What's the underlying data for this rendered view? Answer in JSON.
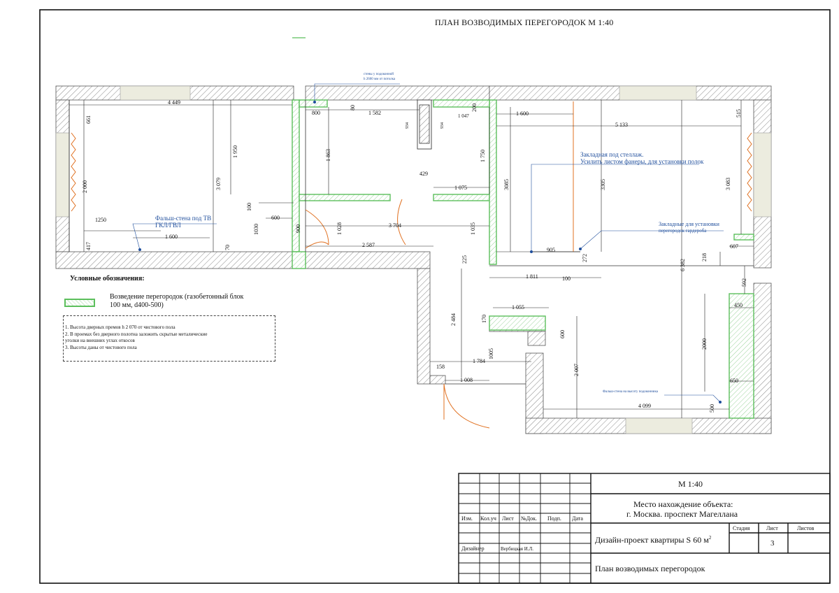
{
  "sheet": {
    "title": "ПЛАН ВОЗВОДИМЫХ ПЕРЕГОРОДОК М 1:40"
  },
  "legend": {
    "heading": "Условные обозначения:",
    "item_label_line1": "Возведение перегородок (газобетонный блок",
    "item_label_line2": "100 мм, d400-500)"
  },
  "notes": [
    "1. Высота дверных премов h 2 070 от чистового пола",
    "2. В проемах без дверного полотна заложить скрытые металические",
    "уголки на внешних углах откосов",
    "3. Высоты даны от чистового пола"
  ],
  "annotations": {
    "balcony_note_1": "стены у подоконной",
    "balcony_note_2": "h 2600 мм от потолка",
    "tv_wall_1": "Фальш-стена под ТВ",
    "tv_wall_2": "ГКЛ/ГВЛ",
    "shelf_1": "Закладная под стеллаж.",
    "shelf_2": "Усилить листом фанеры, для установки полок",
    "wardrobe_1": "Закладные для установки",
    "wardrobe_2": "перегородок гардероба",
    "sill_wall": "Фальш-стена на высоту подоконника"
  },
  "dimensions": {
    "d4449": "4 449",
    "d800": "800",
    "d80": "80",
    "d1582": "1 582",
    "d200": "200",
    "d1600a": "1 600",
    "d5133": "5 133",
    "d515": "515",
    "d661": "661",
    "d2000a": "2 000",
    "d417": "417",
    "d1250": "1250",
    "d1600b": "1 600",
    "d70": "70",
    "d3079": "3 079",
    "d1950": "1 950",
    "d1863": "1 863",
    "d934a": "934",
    "d934b": "934",
    "d1047": "1 047",
    "d429": "429",
    "d1750": "1 750",
    "d1075": "1 075",
    "d3085": "3085",
    "d3305": "3305",
    "d3083": "3 083",
    "d100a": "100",
    "d600a": "600",
    "d1030": "1030",
    "d900": "900",
    "d1028": "1 028",
    "d3704": "3 704",
    "d1035": "1 035",
    "d2587": "2 587",
    "d225": "225",
    "d905": "905",
    "d272": "272",
    "d1811": "1 811",
    "d100b": "100",
    "d6382": "6 382",
    "d218": "218",
    "d607": "607",
    "d592": "592",
    "d450": "450",
    "d1055": "1 055",
    "d170": "170",
    "d2484": "2 484",
    "d600b": "600",
    "d1005": "1005",
    "d1784": "1 784",
    "d2007": "2 007",
    "d2000b": "2000",
    "d158": "158",
    "d1008": "1 008",
    "d650": "650",
    "d4099": "4 099",
    "d500": "500"
  },
  "title_block": {
    "scale": "М 1:40",
    "location_1": "Место нахождение объекта:",
    "location_2": "г. Москва. проспект Магеллана",
    "project": "Дизайн-проект квартиры S 60 м",
    "project_sup": "2",
    "drawing": "План возводимых перегородок",
    "headers": [
      "Изм.",
      "Кол.уч",
      "Лист",
      "№Док.",
      "Подп.",
      "Дата"
    ],
    "stage_header": "Стадия",
    "sheet_header": "Лист",
    "sheets_header": "Листов",
    "sheet_number": "3",
    "role": "Дизайнер",
    "person": "Вербицкая И.Л."
  },
  "colors": {
    "wall_hatch": "#9a9a9a",
    "new_partition": "#5cbf5c",
    "door_arc": "#e07020",
    "annotation": "#1f4e9c"
  }
}
